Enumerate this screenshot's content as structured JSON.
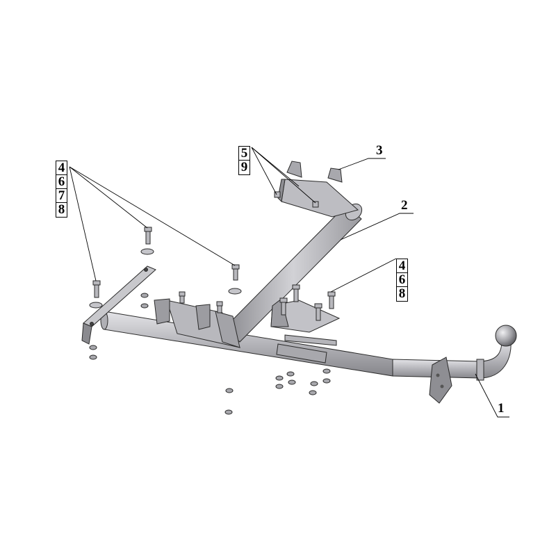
{
  "diagram": {
    "parts": {
      "ball_hitch": "1",
      "crossbar": "2",
      "upper_bracket": "3"
    },
    "callout_left": [
      "4",
      "6",
      "7",
      "8"
    ],
    "callout_top": [
      "5",
      "9"
    ],
    "callout_right": [
      "4",
      "6",
      "8"
    ],
    "colors": {
      "metal_light": "#c8c8cc",
      "metal_mid": "#a9a9ae",
      "metal_dark": "#7d7d82",
      "outline": "#2a2a2a",
      "leader": "#000000"
    }
  }
}
